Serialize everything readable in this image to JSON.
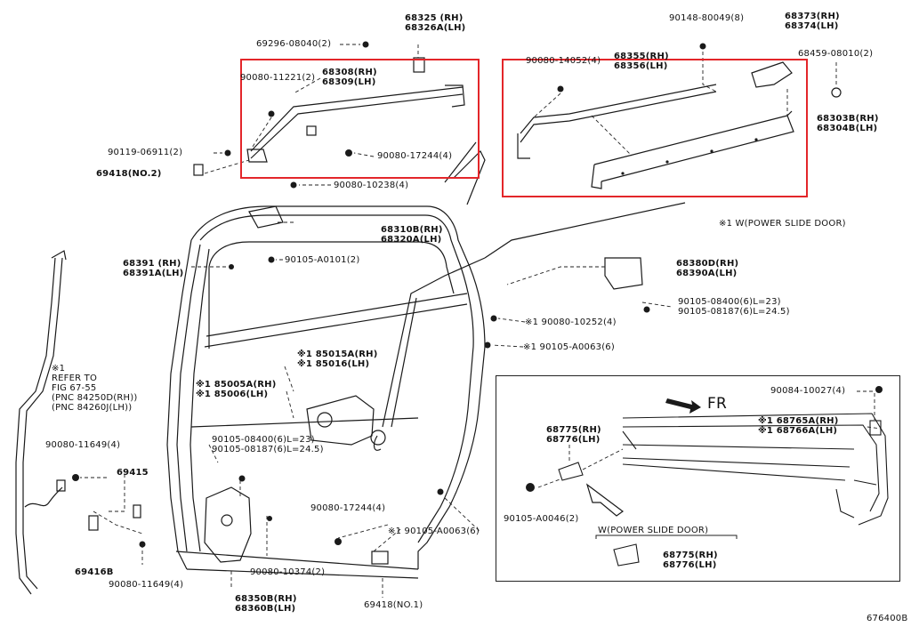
{
  "diagram_code": "676400B",
  "note_refer": "※1\nREFER TO\nFIG 67-55\n(PNC 84250D(RH))\n(PNC 84260J(LH))",
  "power_slide_note": "※1 W(POWER SLIDE DOOR)",
  "inset": {
    "fr_label": "FR",
    "w_label": "W(POWER SLIDE DOOR)"
  },
  "parts": {
    "p68325": "68325 (RH)\n68326A(LH)",
    "p69296": "69296-08040(2)",
    "p90080_11221": "90080-11221(2)",
    "p68308": "68308(RH)\n68309(LH)",
    "p90119": "90119-06911(2)",
    "p69418_no2": "69418(NO.2)",
    "p90080_17244_top": "90080-17244(4)",
    "p90080_10238": "90080-10238(4)",
    "p90148": "90148-80049(8)",
    "p68373": "68373(RH)\n68374(LH)",
    "p90080_14052": "90080-14052(4)",
    "p68355": "68355(RH)\n68356(LH)",
    "p68459": "68459-08010(2)",
    "p68303": "68303B(RH)\n68304B(LH)",
    "p68310": "68310B(RH)\n68320A(LH)",
    "p90105_a0101": "90105-A0101(2)",
    "p68391": "68391 (RH)\n68391A(LH)",
    "p68380": "68380D(RH)\n68390A(LH)",
    "p90105_08400_r": "90105-08400(6)L=23)\n90105-08187(6)L=24.5)",
    "p90080_10252": "※1 90080-10252(4)",
    "p90105_a0063_r": "※1 90105-A0063(6)",
    "p85015": "※1 85015A(RH)\n※1 85016(LH)",
    "p85005": "※1 85005A(RH)\n※1 85006(LH)",
    "p90105_08400_l": "90105-08400(6)L=23)\n90105-08187(6)L=24.5)",
    "p90080_11649_a": "90080-11649(4)",
    "p69415": "69415",
    "p69416": "69416B",
    "p90080_11649_b": "90080-11649(4)",
    "p68350": "68350B(RH)\n68360B(LH)",
    "p90080_10374": "90080-10374(2)",
    "p90080_17244_bot": "90080-17244(4)",
    "p90105_a0063_b": "※1 90105-A0063(6)",
    "p69418_no1": "69418(NO.1)",
    "p90084": "90084-10027(4)",
    "p68765": "※1 68765A(RH)\n※1 68766A(LH)",
    "p68775_a": "68775(RH)\n68776(LH)",
    "p90105_a0046": "90105-A0046(2)",
    "p68775_b": "68775(RH)\n68776(LH)"
  }
}
